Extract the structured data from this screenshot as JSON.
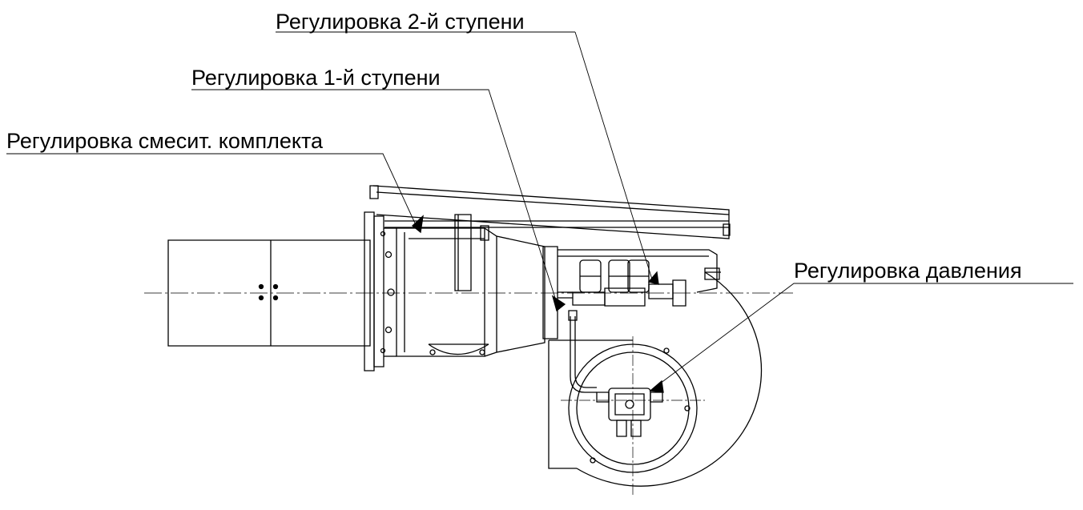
{
  "labels": {
    "stage2": "Регулировка 2-й ступени",
    "stage1": "Регулировка 1-й ступени",
    "mixing": "Регулировка смесит. комплекта",
    "pressure": "Регулировка давления"
  },
  "colors": {
    "line": "#000000",
    "background": "#ffffff"
  }
}
